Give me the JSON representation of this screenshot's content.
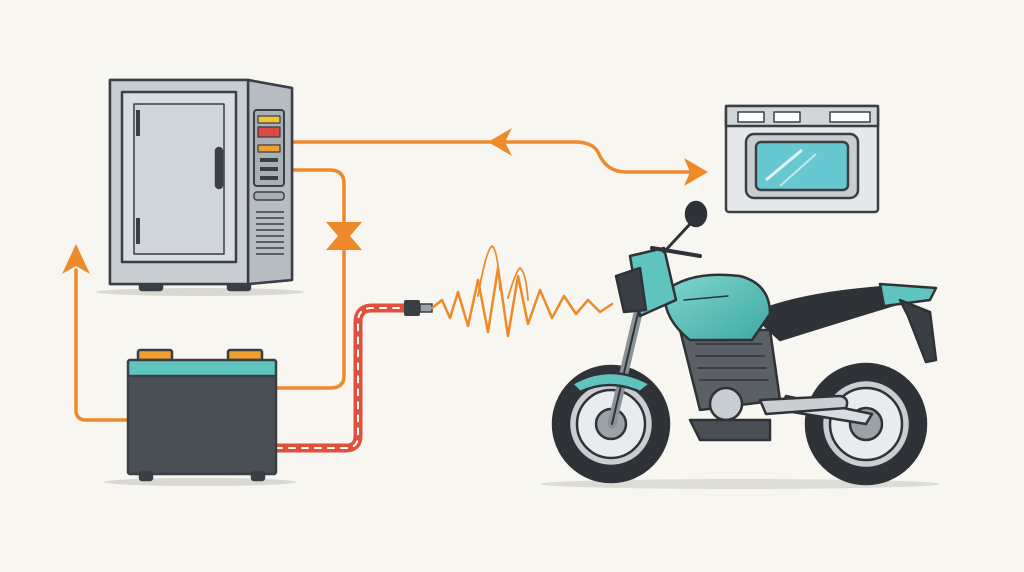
{
  "diagram": {
    "nodes": [
      {
        "id": "cabinet",
        "name": "server-cabinet"
      },
      {
        "id": "oven",
        "name": "microwave-oven"
      },
      {
        "id": "battery",
        "name": "battery"
      },
      {
        "id": "motorcycle",
        "name": "electric-motorcycle"
      }
    ],
    "edges": [
      {
        "from": "cabinet",
        "to": "oven",
        "color": "#ef8a2b"
      },
      {
        "from": "battery",
        "to": "cabinet",
        "color": "#ef8a2b"
      },
      {
        "from": "cabinet",
        "to": "battery",
        "color": "#ef8a2b"
      },
      {
        "from": "battery",
        "to": "motorcycle",
        "color": "#e0503a"
      }
    ],
    "icons": [
      "cabinet-icon",
      "oven-icon",
      "battery-icon",
      "motorcycle-icon",
      "plug-icon",
      "signal-wave-icon"
    ]
  },
  "colors": {
    "background": "#f7f6f1",
    "flow": "#ef8a2b",
    "cable": "#e0503a",
    "teal": "#5fc4bd",
    "dark": "#3a3f45",
    "metal": "#c9ced3"
  }
}
